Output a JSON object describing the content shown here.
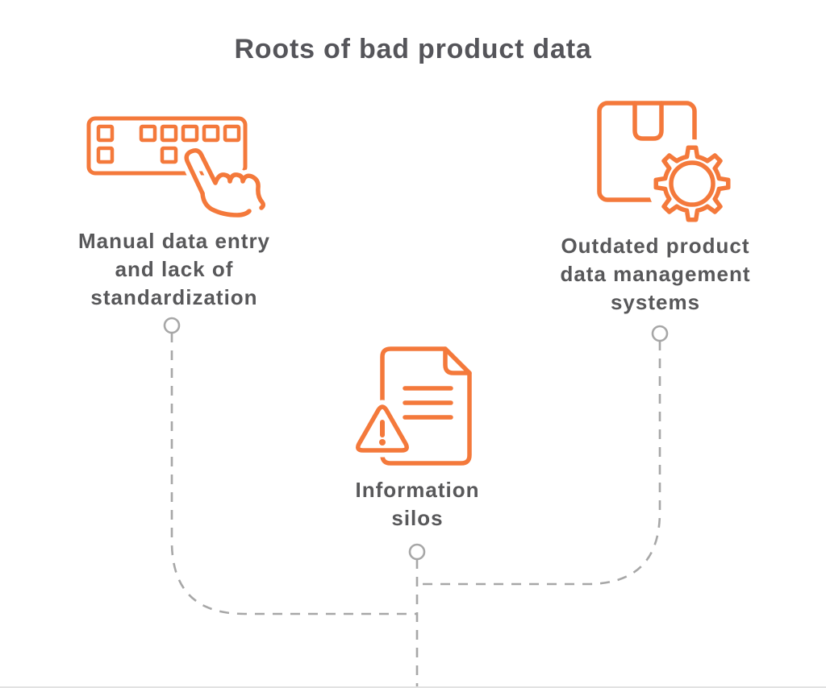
{
  "title": "Roots of bad product data",
  "colors": {
    "accent": "#F4793B",
    "text": "#58585A",
    "connector": "#A7A7A7",
    "background": "#FFFFFF",
    "divider": "#E2E2E2"
  },
  "nodes": [
    {
      "id": "manual-entry",
      "icon": "keyboard-typing-hand-icon",
      "label_lines": [
        "Manual data entry",
        "and lack of",
        "standardization"
      ]
    },
    {
      "id": "outdated-systems",
      "icon": "package-gear-icon",
      "label_lines": [
        "Outdated product",
        "data management",
        "systems"
      ]
    },
    {
      "id": "information-silos",
      "icon": "document-warning-icon",
      "label_lines": [
        "Information",
        "silos"
      ]
    }
  ]
}
